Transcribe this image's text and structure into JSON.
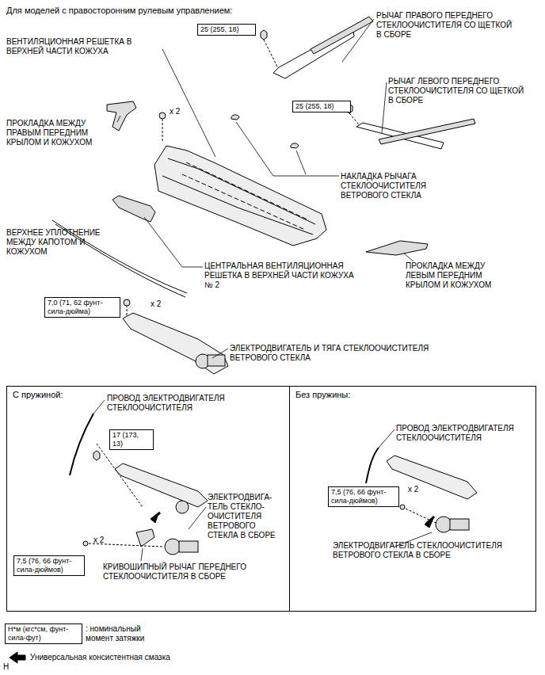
{
  "diagram": {
    "title": "Для моделей с правосторонним рулевым управлением:",
    "nodes": [
      {
        "text": [
          "25 (255, 18)"
        ]
      },
      {
        "text": [
          "25 (255, 18)"
        ]
      },
      {
        "text": [
          "7,0 (71, 62 фунт- сила-дюйма)"
        ]
      },
      {
        "text": [
          "С пружиной:"
        ]
      },
      {
        "text": [
          "17 (173, 13)"
        ],
        "in": 3
      },
      {
        "text": [
          "7,5 (76, 66 фунт- сила-дюймов)"
        ],
        "in": 3
      },
      {
        "text": [
          "Без пружины:"
        ]
      },
      {
        "text": [
          "7,5 (76, 66 фунт- сила-дюймов)"
        ],
        "in": 6
      },
      {
        "text": [
          "Н*м (кгс*см, фунт- сила-фут)"
        ]
      }
    ],
    "labels": [
      "РЫЧАГ ПРАВОГО ПЕРЕДНЕГО СТЕКЛООЧИСТИТЕЛЯ СО ЩЕТКОЙ В СБОРЕ",
      "ВЕНТИЛЯЦИОННАЯ РЕШЕТКА В ВЕРХНЕЙ ЧАСТИ КОЖУХА",
      "x 2",
      "РЫЧАГ ЛЕВОГО ПЕРЕДНЕГО СТЕКЛООЧИСТИТЕЛЯ СО ЩЕТКОЙ В СБОРЕ",
      "ПРОКЛАДКА МЕЖДУ ПРАВЫМ ПЕРЕДНИМ КРЫЛОМ И КОЖУХОМ",
      "НАКЛАДКА РЫЧАГА СТЕКЛООЧИСТИТЕЛЯ ВЕТРОВОГО СТЕКЛА",
      "ВЕРХНЕЕ УПЛОТНЕНИЕ МЕЖДУ КАПОТОМ И КОЖУХОМ",
      "ЦЕНТРАЛЬНАЯ ВЕНТИЛЯЦИОННАЯ РЕШЕТКА В ВЕРХНЕЙ ЧАСТИ КОЖУХА № 2",
      "ПРОКЛАДКА МЕЖДУ ЛЕВЫМ ПЕРЕДНИМ КРЫЛОМ И КОЖУХОМ",
      "x 2",
      "ЭЛЕКТРОДВИГАТЕЛЬ И ТЯГА СТЕКЛООЧИСТИТЕЛЯ ВЕТРОВОГО СТЕКЛА",
      "ПРОВОД ЭЛЕКТРОДВИГАТЕЛЯ СТЕКЛООЧИСТИТЕЛЯ",
      "ЭЛЕКТРОДВИГА- ТЕЛЬ СТЕКЛО- ОЧИСТИТЕЛЯ ВЕТРОВОГО СТЕКЛА В СБОРЕ",
      "x 2",
      "КРИВОШИПНЫЙ РЫЧАГ ПЕРЕДНЕГО СТЕКЛООЧИСТИТЕЛЯ В СБОРЕ",
      "ПРОВОД ЭЛЕКТРОДВИГАТЕЛЯ СТЕКЛООЧИСТИТЕЛЯ",
      "x 2",
      "ЭЛЕКТРОДВИГАТЕЛЬ СТЕКЛООЧИСТИТЕЛЯ ВЕТРОВОГО СТЕКЛА В СБОРЕ",
      "H"
    ],
    "legend": [
      {
        "text": ": номинальный момент затяжки"
      },
      {
        "text": "Универсальная консистентная смазка"
      }
    ]
  }
}
